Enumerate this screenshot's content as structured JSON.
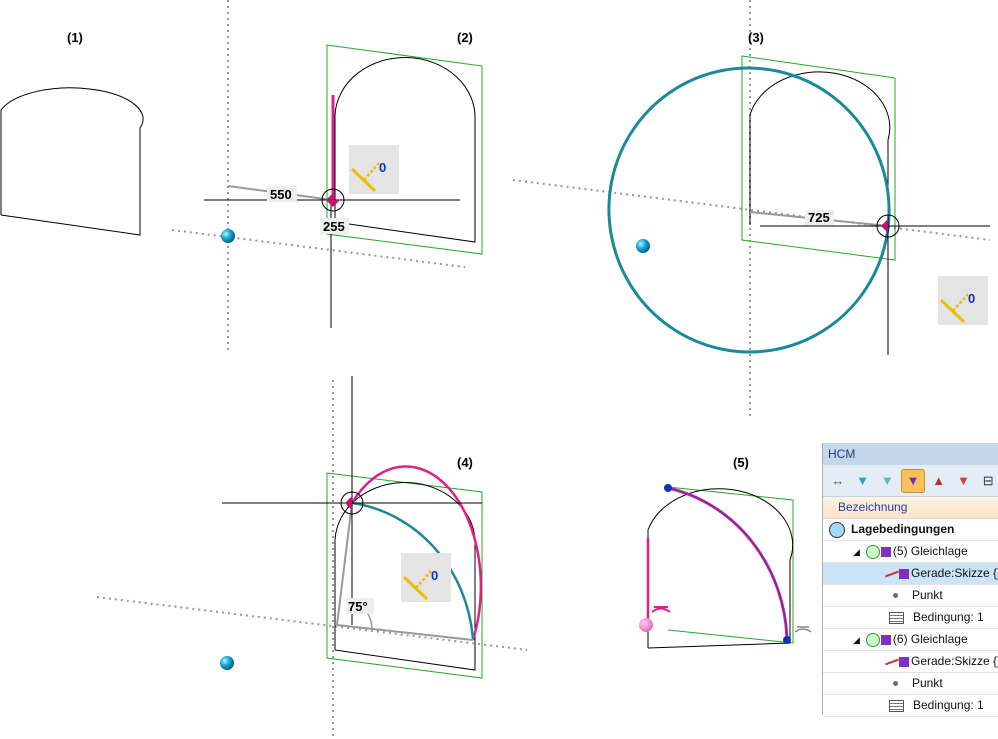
{
  "figure_labels": [
    "(1)",
    "(2)",
    "(3)",
    "(4)",
    "(5)"
  ],
  "dimensions": {
    "d1": "550",
    "d2": "255",
    "d3": "725",
    "angle": "75°"
  },
  "icon_value": "0",
  "colors": {
    "green": "#22aa22",
    "magenta": "#e0208a",
    "teal": "#1a8a9a",
    "dotted": "#9a90a8",
    "blue": "#1030c0"
  },
  "hcm": {
    "title": "HCM",
    "toolbar": [
      "dimension-icon",
      "filter-icon",
      "filter-play-icon",
      "filter-active-icon",
      "filter-warning-icon",
      "filter-stop-icon",
      "tree-icon"
    ],
    "column_header": "Bezeichnung",
    "root": "Lagebedingungen",
    "rows": [
      {
        "label": "(5) Gleichlage",
        "level": 1
      },
      {
        "label": "Gerade:Skizze {}{",
        "level": 2,
        "selected": true
      },
      {
        "label": "Punkt",
        "level": 2
      },
      {
        "label": "Bedingung: 1",
        "level": 2
      },
      {
        "label": "(6) Gleichlage",
        "level": 1
      },
      {
        "label": "Gerade:Skizze {}{",
        "level": 2
      },
      {
        "label": "Punkt",
        "level": 2
      },
      {
        "label": "Bedingung: 1",
        "level": 2
      }
    ]
  }
}
